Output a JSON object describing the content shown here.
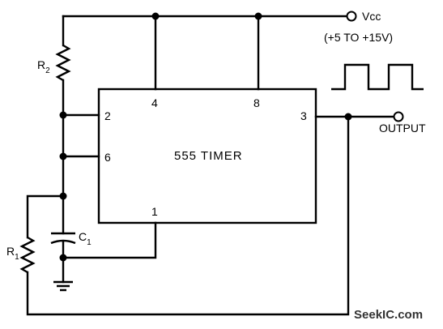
{
  "timer": {
    "label": "555 TIMER"
  },
  "pins": {
    "p4": "4",
    "p8": "8",
    "p2": "2",
    "p6": "6",
    "p3": "3",
    "p1": "1"
  },
  "supply": {
    "label": "Vcc",
    "range": "(+5 TO +15V)"
  },
  "output": {
    "label": "OUTPUT"
  },
  "r2": {
    "letter": "R",
    "sub": "2"
  },
  "r1": {
    "letter": "R",
    "sub": "1"
  },
  "c1": {
    "letter": "C",
    "sub": "1"
  },
  "watermark": "SeekIC.com"
}
